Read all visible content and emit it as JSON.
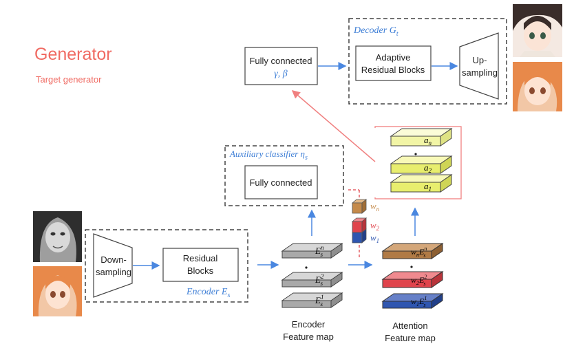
{
  "title": {
    "main": "Generator",
    "sub": "Target generator"
  },
  "decoder": {
    "label": "Decoder G",
    "label_sub": "t",
    "adaptive_line1": "Adaptive",
    "adaptive_line2": "Residual Blocks",
    "upsampling_line1": "Up-",
    "upsampling_line2": "sampling"
  },
  "fc_top": {
    "line1": "Fully connected",
    "params": "γ, β"
  },
  "aux": {
    "label": "Auxiliary classifier η",
    "label_sub": "s",
    "fc": "Fully connected"
  },
  "encoder": {
    "label": "Encoder E",
    "label_sub": "s",
    "downsampling_line1": "Down-",
    "downsampling_line2": "sampling",
    "residual_line1": "Residual",
    "residual_line2": "Blocks"
  },
  "encoder_feature_map": {
    "caption_line1": "Encoder",
    "caption_line2": "Feature map",
    "layers": [
      "E",
      "E",
      "E"
    ],
    "layer_sups": [
      "n",
      "2",
      "1"
    ],
    "layer_subs": [
      "s",
      "s",
      "s"
    ]
  },
  "weights": {
    "labels": [
      "w",
      "w",
      "w"
    ],
    "subs": [
      "n",
      "2",
      "1"
    ]
  },
  "attention_feature_map": {
    "caption_line1": "Attention",
    "caption_line2": "Feature map",
    "layer_w": [
      "w",
      "w",
      "w"
    ],
    "layer_w_subs": [
      "n",
      "2",
      "1"
    ],
    "layer_e_sups": [
      "n",
      "2",
      "1"
    ],
    "layer_e_subs": [
      "s",
      "s",
      "s"
    ]
  },
  "a_stack": {
    "labels": [
      "a",
      "a",
      "a"
    ],
    "subs": [
      "n",
      "2",
      "1"
    ]
  },
  "colors": {
    "title": "#f06b63",
    "blue_text": "#3f7fd6",
    "arrow_blue": "#4a87e0",
    "arrow_red": "#f08080",
    "weight_n": "#c58a4a",
    "weight_2": "#e0444c",
    "weight_1": "#2f56b0",
    "yellow": "#f1f59a",
    "gray": "#bdbdbd"
  }
}
